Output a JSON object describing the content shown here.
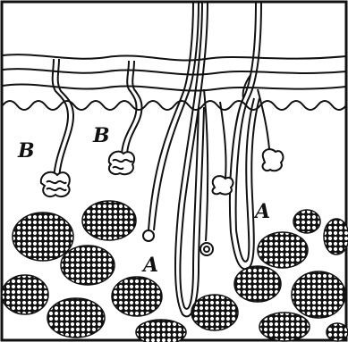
{
  "labels": {
    "b_left": "B",
    "b_mid": "B",
    "a_right": "A",
    "a_left": "A"
  },
  "colors": {
    "ink": "#111111",
    "paper": "#ffffff"
  }
}
